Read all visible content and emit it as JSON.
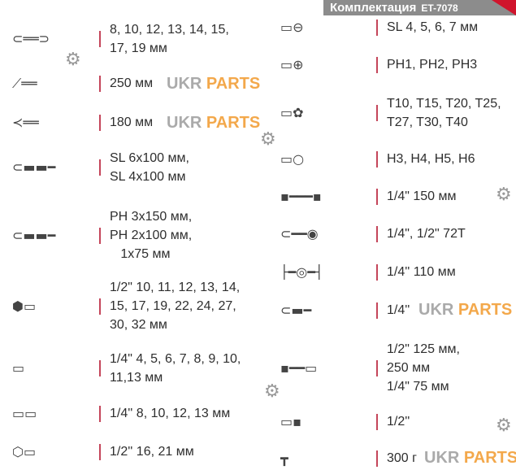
{
  "header": {
    "title": "Комплектация",
    "code": "ET-7078"
  },
  "watermark": {
    "ukr": "UKR",
    "parts": "PARTS"
  },
  "left": [
    {
      "icon": "combination-wrench-icon",
      "lines": [
        "8, 10, 12, 13, 14, 15,",
        "17, 19 мм"
      ]
    },
    {
      "icon": "water-pump-pliers-icon",
      "lines": [
        "250 мм"
      ]
    },
    {
      "icon": "combination-pliers-icon",
      "lines": [
        "180 мм"
      ]
    },
    {
      "icon": "slotted-screwdriver-icon",
      "lines": [
        "SL 6x100 мм,",
        "SL 4x100 мм"
      ]
    },
    {
      "icon": "phillips-screwdriver-icon",
      "lines": [
        "PH 3x150 мм,",
        "PH 2x100 мм,",
        "   1x75 мм"
      ]
    },
    {
      "icon": "socket-icon",
      "lines": [
        "1/2\" 10, 11, 12, 13, 14,",
        "15, 17, 19, 22, 24, 27,",
        "30, 32 мм"
      ]
    },
    {
      "icon": "small-socket-icon",
      "lines": [
        "1/4\" 4, 5, 6, 7, 8, 9, 10,",
        "11,13 мм"
      ]
    },
    {
      "icon": "deep-socket-icon",
      "lines": [
        "1/4'' 8, 10, 12, 13 мм"
      ]
    },
    {
      "icon": "spark-plug-socket-icon",
      "lines": [
        "1/2'' 16, 21 мм"
      ]
    }
  ],
  "right": [
    {
      "icon": "slotted-bit-icon",
      "lines": [
        "SL 4, 5, 6, 7 мм"
      ]
    },
    {
      "icon": "phillips-bit-icon",
      "lines": [
        "PH1, PH2, PH3"
      ]
    },
    {
      "icon": "torx-bit-icon",
      "lines": [
        "T10, T15, T20, T25,",
        "T27, T30, T40"
      ]
    },
    {
      "icon": "hex-bit-icon",
      "lines": [
        "H3, H4, H5, H6"
      ]
    },
    {
      "icon": "flex-extension-icon",
      "lines": [
        "1/4\" 150 мм"
      ]
    },
    {
      "icon": "ratchet-icon",
      "lines": [
        "1/4\", 1/2\" 72T"
      ]
    },
    {
      "icon": "t-handle-icon",
      "lines": [
        "1/4'' 110 мм"
      ]
    },
    {
      "icon": "bit-driver-icon",
      "lines": [
        "1/4''"
      ]
    },
    {
      "icon": "extension-bar-icon",
      "lines": [
        "1/2\" 125 мм,",
        "250 мм",
        "1/4\" 75 мм"
      ]
    },
    {
      "icon": "adapter-icon",
      "lines": [
        "1/2''"
      ]
    },
    {
      "icon": "hammer-icon",
      "lines": [
        "300 г"
      ]
    }
  ]
}
